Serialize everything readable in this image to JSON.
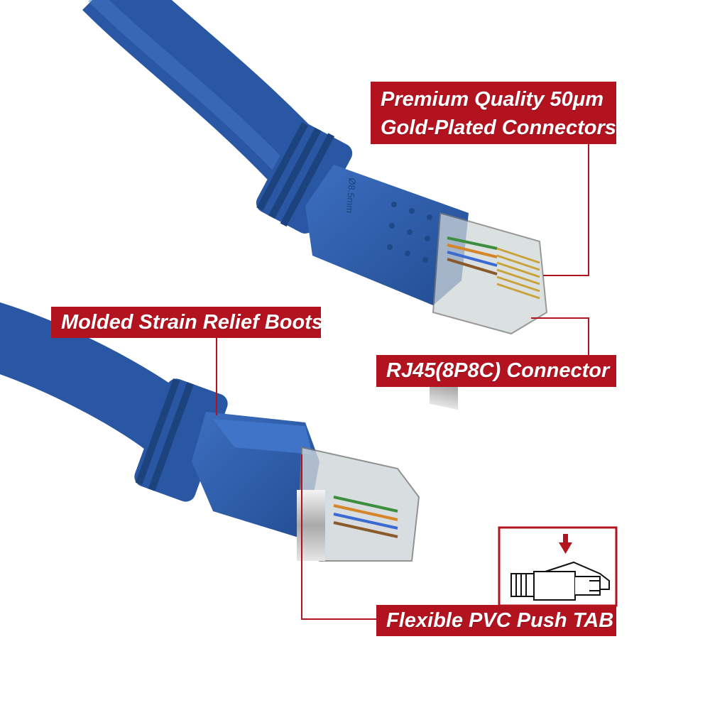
{
  "labels": {
    "premium_line1": "Premium Quality 50μm",
    "premium_line2": "Gold-Plated Connectors",
    "strain_relief": "Molded Strain Relief Boots",
    "rj45": "RJ45(8P8C) Connector",
    "push_tab": "Flexible PVC Push TAB"
  },
  "boot_marking": "Ø8.5mm",
  "colors": {
    "cable_blue": "#2f5fae",
    "label_red": "#b3121f",
    "label_text": "#ffffff"
  }
}
